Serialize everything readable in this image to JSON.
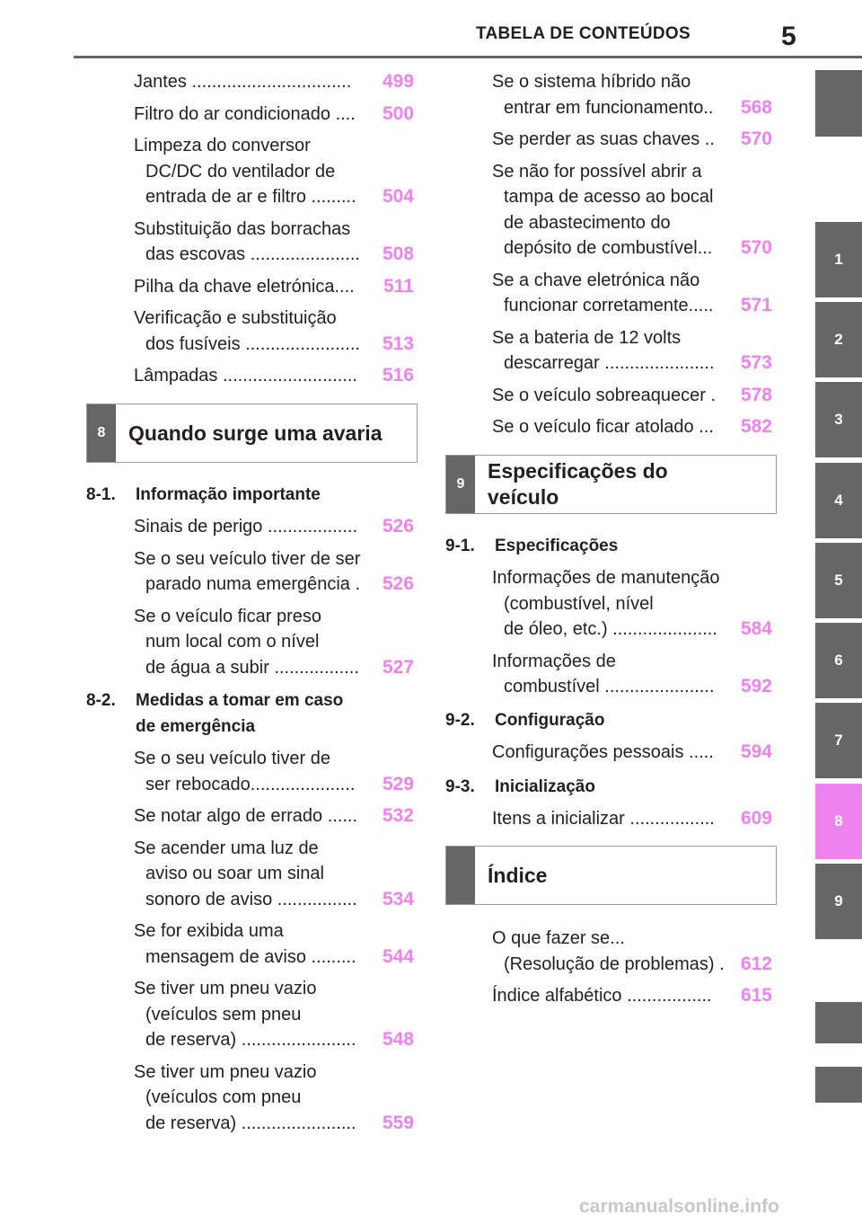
{
  "header": {
    "title": "TABELA DE CONTEÚDOS",
    "page_number": "5"
  },
  "tabs": [
    "1",
    "2",
    "3",
    "4",
    "5",
    "6",
    "7",
    "8",
    "9"
  ],
  "active_tab": "8",
  "left": {
    "top_entries": [
      {
        "lines": [
          "Jantes ................................"
        ],
        "page": "499"
      },
      {
        "lines": [
          "Filtro do ar condicionado ...."
        ],
        "page": "500"
      },
      {
        "lines": [
          "Limpeza do conversor",
          "DC/DC do ventilador de",
          "entrada de ar e filtro ........."
        ],
        "page": "504"
      },
      {
        "lines": [
          "Substituição das borrachas",
          "das escovas ......................"
        ],
        "page": "508"
      },
      {
        "lines": [
          "Pilha da chave eletrónica...."
        ],
        "page": "511"
      },
      {
        "lines": [
          "Verificação e substituição",
          "dos fusíveis ......................."
        ],
        "page": "513"
      },
      {
        "lines": [
          "Lâmpadas ..........................."
        ],
        "page": "516"
      }
    ],
    "box": {
      "badge": "8",
      "title": "Quando surge uma avaria"
    },
    "sec1": {
      "num": "8-1.",
      "title": "Informação importante"
    },
    "sec1_entries": [
      {
        "lines": [
          "Sinais de perigo .................."
        ],
        "page": "526"
      },
      {
        "lines": [
          "Se o seu veículo tiver de ser",
          "parado numa emergência ."
        ],
        "page": "526"
      },
      {
        "lines": [
          "Se o veículo ficar preso",
          "num local com o nível",
          "de água a subir ................."
        ],
        "page": "527"
      }
    ],
    "sec2": {
      "num": "8-2.",
      "title_line1": "Medidas a tomar em caso",
      "title_line2": "de emergência"
    },
    "sec2_entries": [
      {
        "lines": [
          "Se o seu veículo tiver de",
          "ser rebocado....................."
        ],
        "page": "529"
      },
      {
        "lines": [
          "Se notar algo de errado ......"
        ],
        "page": "532"
      },
      {
        "lines": [
          "Se acender uma luz de",
          "aviso ou soar um sinal",
          "sonoro de aviso ................"
        ],
        "page": "534"
      },
      {
        "lines": [
          "Se for exibida uma",
          "mensagem de aviso ........."
        ],
        "page": "544"
      },
      {
        "lines": [
          "Se tiver um pneu vazio",
          "(veículos sem pneu",
          "de reserva) ......................."
        ],
        "page": "548"
      },
      {
        "lines": [
          "Se tiver um pneu vazio",
          "(veículos com pneu",
          "de reserva) ......................."
        ],
        "page": "559"
      }
    ]
  },
  "right": {
    "top_entries": [
      {
        "lines": [
          "Se o sistema híbrido não",
          "entrar em funcionamento.."
        ],
        "page": "568"
      },
      {
        "lines": [
          "Se perder as suas chaves .."
        ],
        "page": "570"
      },
      {
        "lines": [
          "Se não for possível abrir a",
          "tampa de acesso ao bocal",
          "de abastecimento do",
          "depósito de combustível..."
        ],
        "page": "570"
      },
      {
        "lines": [
          "Se a chave eletrónica não",
          "funcionar corretamente....."
        ],
        "page": "571"
      },
      {
        "lines": [
          "Se a bateria de 12 volts",
          "descarregar ......................"
        ],
        "page": "573"
      },
      {
        "lines": [
          "Se o veículo sobreaquecer ."
        ],
        "page": "578"
      },
      {
        "lines": [
          "Se o veículo ficar atolado ..."
        ],
        "page": "582"
      }
    ],
    "box": {
      "badge": "9",
      "title_line1": "Especificações do",
      "title_line2": "veículo"
    },
    "sec1": {
      "num": "9-1.",
      "title": "Especificações"
    },
    "sec1_entries": [
      {
        "lines": [
          "Informações de manutenção",
          "(combustível, nível",
          "de óleo, etc.) ....................."
        ],
        "page": "584"
      },
      {
        "lines": [
          "Informações de",
          "combustível ......................"
        ],
        "page": "592"
      }
    ],
    "sec2": {
      "num": "9-2.",
      "title": "Configuração"
    },
    "sec2_entries": [
      {
        "lines": [
          "Configurações pessoais ....."
        ],
        "page": "594"
      }
    ],
    "sec3": {
      "num": "9-3.",
      "title": "Inicialização"
    },
    "sec3_entries": [
      {
        "lines": [
          "Itens a inicializar ................."
        ],
        "page": "609"
      }
    ],
    "index_box": {
      "title": "Índice"
    },
    "index_entries": [
      {
        "lines": [
          "O que fazer se...",
          "(Resolução de problemas) ."
        ],
        "page": "612"
      },
      {
        "lines": [
          "Índice alfabético ................."
        ],
        "page": "615"
      }
    ]
  },
  "footer": "carmanualsonline.info"
}
